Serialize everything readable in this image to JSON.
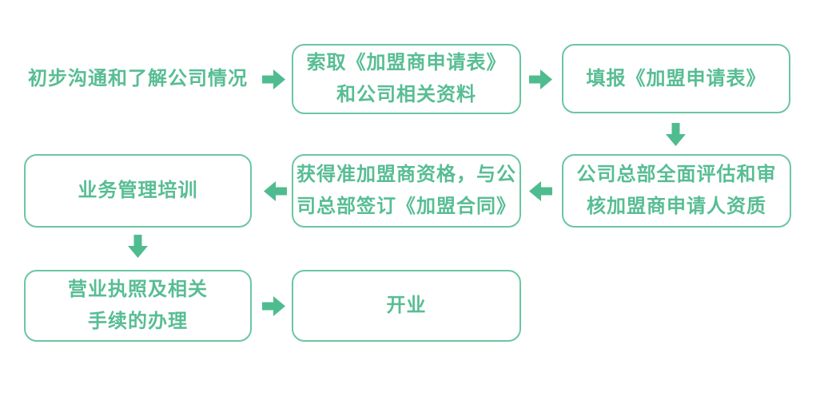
{
  "diagram": {
    "type": "flowchart",
    "topic": "franchise-joining-process",
    "colors": {
      "border": "#6BC6A1",
      "text": "#58BD94",
      "arrow": "#4FBC90",
      "background": "#FFFFFF"
    },
    "steps": [
      {
        "order": 1,
        "label": "初步沟通和了解公司情况",
        "boxed": false
      },
      {
        "order": 2,
        "label": "索取《加盟商申请表》\n和公司相关资料",
        "boxed": true
      },
      {
        "order": 3,
        "label": "填报《加盟申请表》",
        "boxed": true
      },
      {
        "order": 4,
        "label": "公司总部全面评估和审\n核加盟商申请人资质",
        "boxed": true
      },
      {
        "order": 5,
        "label": "获得准加盟商资格，与公\n司总部签订《加盟合同》",
        "boxed": true
      },
      {
        "order": 6,
        "label": "业务管理培训",
        "boxed": true
      },
      {
        "order": 7,
        "label": "营业执照及相关\n手续的办理",
        "boxed": true
      },
      {
        "order": 8,
        "label": "开业",
        "boxed": true
      }
    ],
    "connectors": [
      {
        "from": 1,
        "to": 2,
        "direction": "right"
      },
      {
        "from": 2,
        "to": 3,
        "direction": "right"
      },
      {
        "from": 3,
        "to": 4,
        "direction": "down"
      },
      {
        "from": 4,
        "to": 5,
        "direction": "left"
      },
      {
        "from": 5,
        "to": 6,
        "direction": "left"
      },
      {
        "from": 6,
        "to": 7,
        "direction": "down"
      },
      {
        "from": 7,
        "to": 8,
        "direction": "right"
      }
    ]
  }
}
